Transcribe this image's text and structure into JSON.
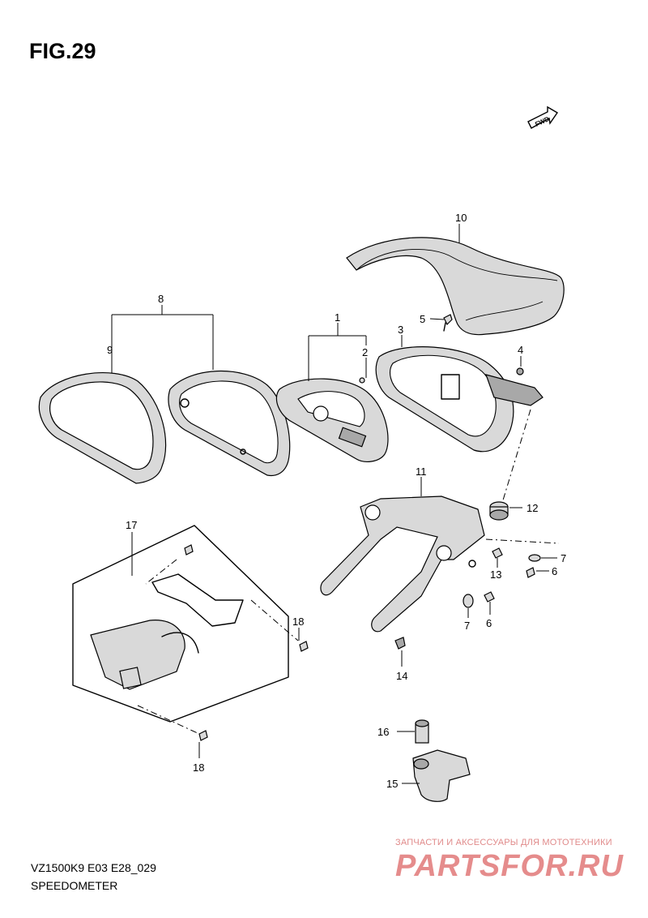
{
  "figure": {
    "title": "FIG.29",
    "model_code": "VZ1500K9 E03 E28_029",
    "section_name": "SPEEDOMETER",
    "fwd_arrow_label": "FWD"
  },
  "callouts": [
    "10",
    "5",
    "8",
    "1",
    "3",
    "4",
    "9",
    "2",
    "11",
    "12",
    "7",
    "6",
    "13",
    "17",
    "18",
    "14",
    "16",
    "15"
  ],
  "watermark": {
    "text": "ЗАПЧАСТИ И АКСЕССУАРЫ ДЛЯ МОТОТЕХНИКИ",
    "logo": "PARTSFOR.RU"
  }
}
